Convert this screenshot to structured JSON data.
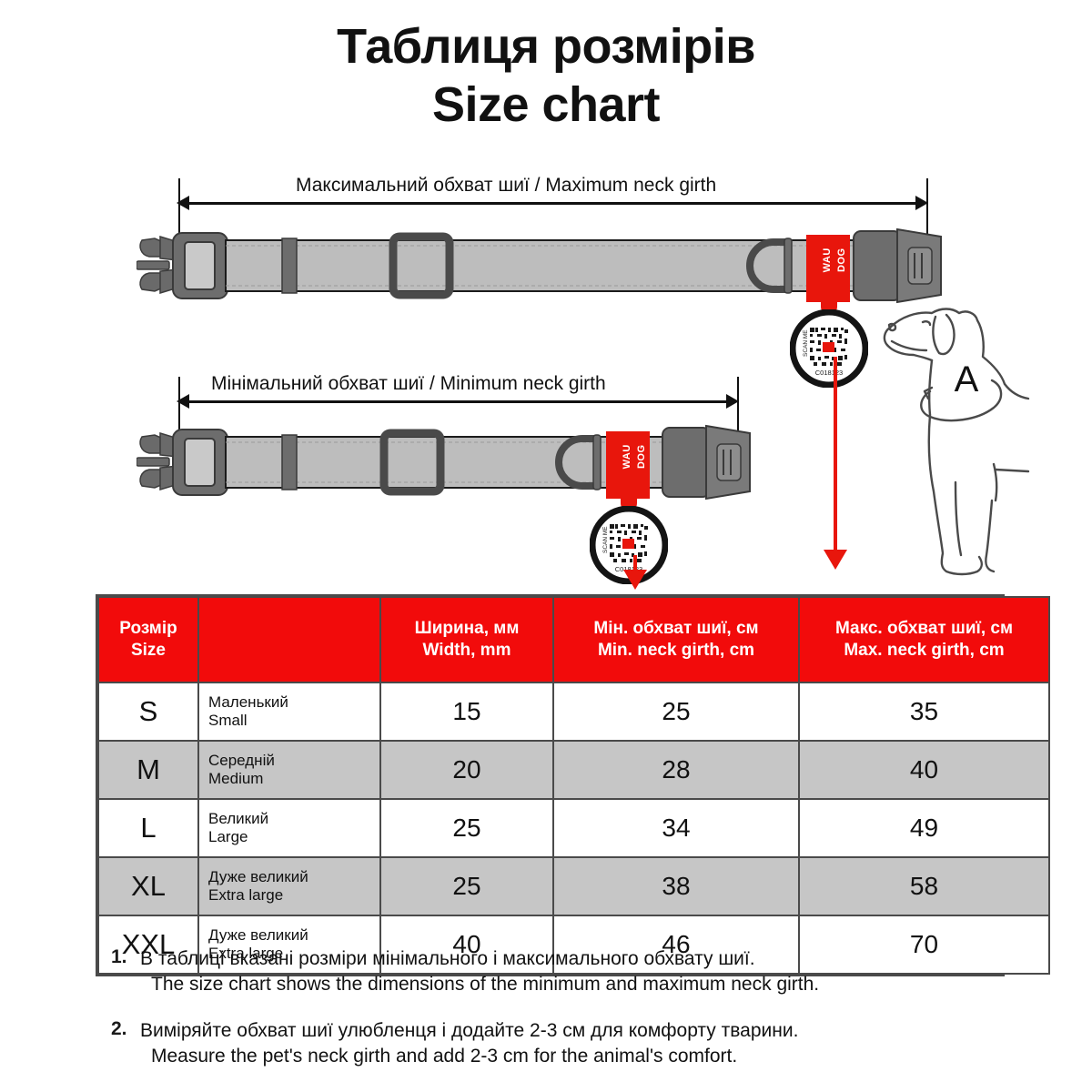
{
  "title": {
    "line_ua": "Таблиця розмірів",
    "line_en": "Size chart"
  },
  "diagram": {
    "max_girth_label": "Максимальний обхват шиї / Maximum neck girth",
    "min_girth_label": "Мінімальний обхват шиї / Minimum neck girth",
    "brand_label_line1": "WAU",
    "brand_label_line2": "DOG",
    "tag_scan_text": "SCAN ME",
    "tag_code": "C018123",
    "dog_measure_letter": "A"
  },
  "table": {
    "headers": {
      "size": "Розмір\nSize",
      "size_ua": "Розмір",
      "size_en": "Size",
      "description": "",
      "width_ua": "Ширина, мм",
      "width_en": "Width, mm",
      "min_ua": "Мін. обхват шиї, см",
      "min_en": "Min. neck girth, cm",
      "max_ua": "Макс. обхват шиї, см",
      "max_en": "Max. neck girth, cm"
    },
    "rows": [
      {
        "size": "S",
        "desc_ua": "Маленький",
        "desc_en": "Small",
        "width": "15",
        "min": "25",
        "max": "35"
      },
      {
        "size": "M",
        "desc_ua": "Середній",
        "desc_en": "Medium",
        "width": "20",
        "min": "28",
        "max": "40"
      },
      {
        "size": "L",
        "desc_ua": "Великий",
        "desc_en": "Large",
        "width": "25",
        "min": "34",
        "max": "49"
      },
      {
        "size": "XL",
        "desc_ua": "Дуже великий",
        "desc_en": "Extra large",
        "width": "25",
        "min": "38",
        "max": "58"
      },
      {
        "size": "XXL",
        "desc_ua": "Дуже великий",
        "desc_en": "Extra large",
        "width": "40",
        "min": "46",
        "max": "70"
      }
    ]
  },
  "notes": [
    {
      "num": "1.",
      "line_ua": "В таблиці вказані розміри мінімального і максимального  обхвату шиї.",
      "line_en": "The size chart shows the dimensions of the minimum and maximum neck girth."
    },
    {
      "num": "2.",
      "line_ua": "Виміряйте обхват шиї улюбленця і додайте 2-3 см для комфорту тварини.",
      "line_en": "Measure the pet's neck girth and add 2-3 cm for the animal's comfort."
    }
  ],
  "colors": {
    "brand_red": "#F20B0B",
    "pointer_red": "#E8160C",
    "row_alt_gray": "#c6c6c6",
    "border_gray": "#4a4a4a",
    "strap_gray": "#b9b9b9",
    "hardware_gray": "#5e5e5e"
  }
}
